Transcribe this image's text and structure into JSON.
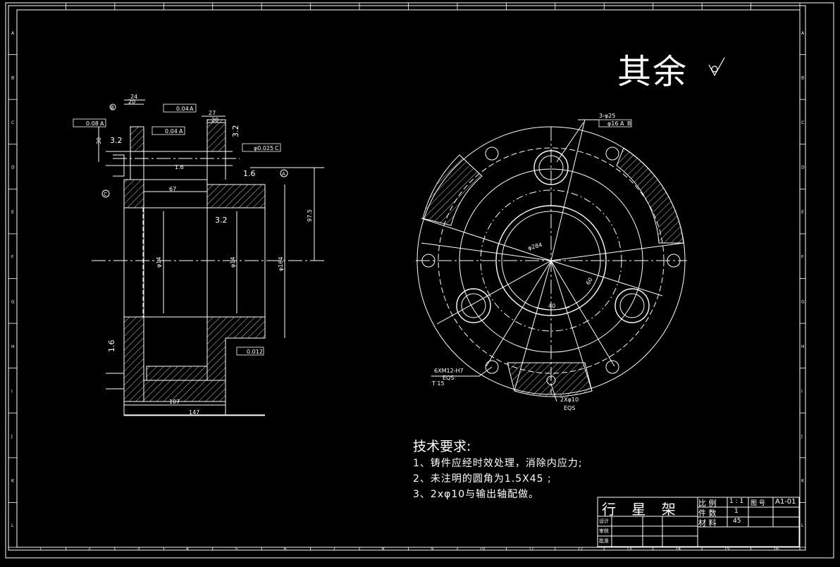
{
  "colors": {
    "background": "#000000",
    "line": "#ffffff",
    "accent": "#ffffff"
  },
  "surface_note": {
    "text": "其余"
  },
  "tech_requirements": {
    "title": "技术要求:",
    "items": [
      "1、铸件应经时效处理，消除内应力;",
      "2、未注明的圆角为1.5X45  ;",
      "3、2xφ10与输出轴配做。"
    ]
  },
  "title_block": {
    "part_name": "行  星  架",
    "scale_label": "比  例",
    "scale_value": "1 : 1",
    "quantity_label": "件  数",
    "quantity_value": "1",
    "material_label": "材  料",
    "material_value": "45",
    "drawing_no_label": "图 号",
    "drawing_no": "A1-01",
    "designer_label": "设计",
    "checker_label": "审核",
    "approver_label": "批准"
  },
  "side_view": {
    "dims": [
      "24",
      "20",
      "27",
      "20",
      "30",
      "67",
      "107",
      "147",
      "97.5",
      "φ14",
      "φ14",
      "φ164",
      "1.6",
      "3.2",
      "3.2",
      "3.2",
      "1.6",
      "1.6"
    ],
    "tolerances": [
      "0.04",
      "A",
      "0.04",
      "A",
      "0.08",
      "A",
      "φ0.025",
      "C",
      "0.012"
    ],
    "datums": [
      "C",
      "B",
      "A"
    ]
  },
  "front_view": {
    "labels": [
      "3-φ25",
      "φ16",
      "A",
      "B",
      "φ284",
      "40",
      "60",
      "6XM12-H7",
      "EQS",
      "T 15",
      "2Xφ10",
      "EQS"
    ]
  },
  "border": {
    "row_labels": [
      "A",
      "B",
      "C",
      "D",
      "E",
      "F",
      "G",
      "H",
      "I",
      "J",
      "K",
      "L"
    ],
    "col_labels": [
      "1",
      "2",
      "3",
      "4",
      "5",
      "6",
      "7",
      "8",
      "9",
      "10",
      "11",
      "12",
      "13",
      "14",
      "15",
      "16"
    ]
  }
}
